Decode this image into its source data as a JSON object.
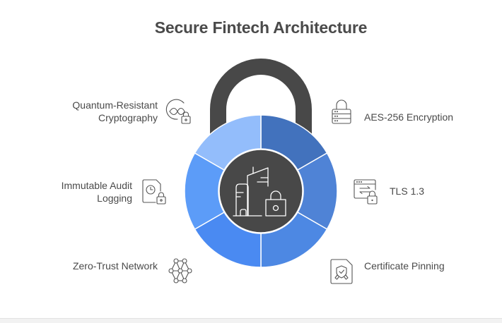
{
  "title": "Secure Fintech Architecture",
  "center_icon": "building-lock-icon",
  "colors": {
    "shackle": "#484848",
    "center": "#484848",
    "text": "#4a4a4a",
    "icon_stroke": "#555555",
    "segments": {
      "top_right": "#4272bd",
      "right": "#4f83d6",
      "bottom_right": "#4d88e3",
      "bottom_left": "#4a8af2",
      "left": "#5c9cf8",
      "top_left": "#93bdfb"
    }
  },
  "items": [
    {
      "id": "quantum",
      "label_lines": [
        "Quantum-Resistant",
        "Cryptography"
      ],
      "icon": "quantum-lock-icon",
      "side": "left",
      "segment": "top_left"
    },
    {
      "id": "audit",
      "label_lines": [
        "Immutable Audit",
        "Logging"
      ],
      "icon": "document-clock-lock-icon",
      "side": "left",
      "segment": "left"
    },
    {
      "id": "zerotrust",
      "label_lines": [
        "Zero-Trust Network"
      ],
      "icon": "network-mesh-icon",
      "side": "left",
      "segment": "bottom_left"
    },
    {
      "id": "aes",
      "label_lines": [
        "AES-256 Encryption"
      ],
      "icon": "server-lock-icon",
      "side": "right",
      "segment": "top_right"
    },
    {
      "id": "tls",
      "label_lines": [
        "TLS 1.3"
      ],
      "icon": "browser-exchange-lock-icon",
      "side": "right",
      "segment": "right"
    },
    {
      "id": "pinning",
      "label_lines": [
        "Certificate Pinning"
      ],
      "icon": "certificate-badge-icon",
      "side": "right",
      "segment": "bottom_right"
    }
  ]
}
